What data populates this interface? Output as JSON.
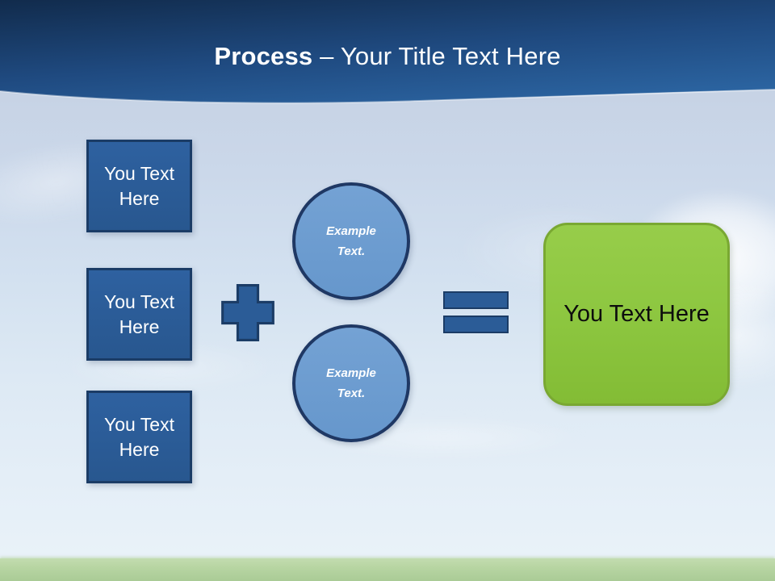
{
  "slide": {
    "header": {
      "title_bold": "Process",
      "title_rest": " – Your Title Text Here"
    },
    "inputs": [
      {
        "label": "You Text Here"
      },
      {
        "label": "You Text Here"
      },
      {
        "label": "You Text Here"
      }
    ],
    "operators": {
      "plus_icon": "plus",
      "equals_icon": "equals"
    },
    "examples": [
      {
        "label": "Example Text."
      },
      {
        "label": "Example Text."
      }
    ],
    "result": {
      "label": "You Text Here"
    },
    "colors": {
      "header_dark": "#112b4c",
      "header_light": "#3170b0",
      "box_fill": "#2b5c97",
      "box_border": "#1b3c66",
      "circle_fill": "#6d9cd0",
      "circle_border": "#1f3864",
      "result_fill": "#8cc63f",
      "result_border": "#79a832",
      "grass_green": "#b7d5a2",
      "sky_top": "#c2cbdc",
      "sky_bottom": "#eaf3f9"
    }
  }
}
